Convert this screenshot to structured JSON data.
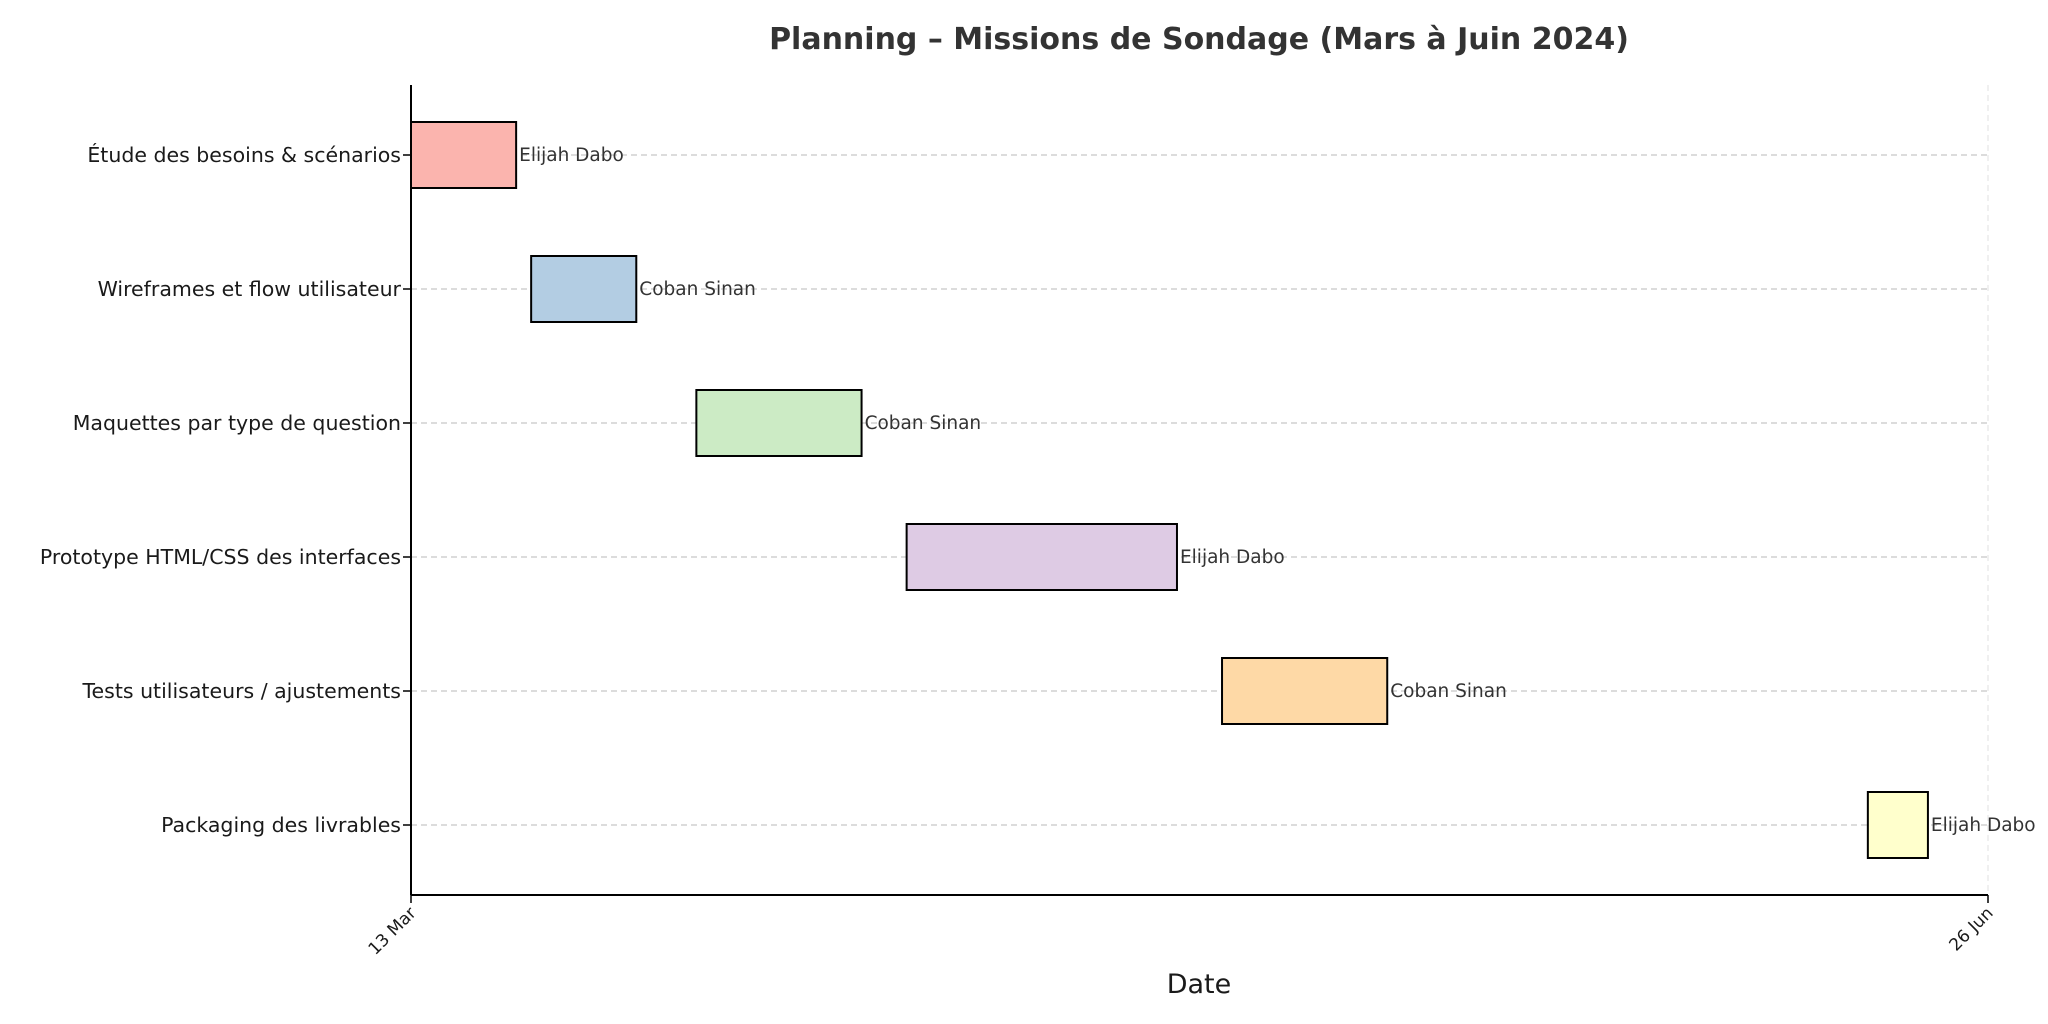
{
  "chart_data": {
    "type": "gantt",
    "title": "Planning – Missions de Sondage (Mars à Juin 2024)",
    "xlabel": "Date",
    "ylabel": "",
    "x_range": [
      "2024-03-13",
      "2024-06-26"
    ],
    "x_ticks": [
      {
        "date": "2024-03-13",
        "label": "13 Mar"
      },
      {
        "date": "2024-06-26",
        "label": "26 Jun"
      }
    ],
    "grid": "horizontal dashed",
    "tasks": [
      {
        "task": "Étude des besoins & scénarios",
        "start": "2024-03-13",
        "end": "2024-03-20",
        "owner": "Elijah Dabo",
        "color": "#fbb4ae"
      },
      {
        "task": "Wireframes et flow utilisateur",
        "start": "2024-03-21",
        "end": "2024-03-28",
        "owner": "Coban Sinan",
        "color": "#b3cde3"
      },
      {
        "task": "Maquettes par type de question",
        "start": "2024-04-01",
        "end": "2024-04-12",
        "owner": "Coban Sinan",
        "color": "#ccebc5"
      },
      {
        "task": "Prototype HTML/CSS des interfaces",
        "start": "2024-04-15",
        "end": "2024-05-03",
        "owner": "Elijah Dabo",
        "color": "#decbe4"
      },
      {
        "task": "Tests utilisateurs / ajustements",
        "start": "2024-05-06",
        "end": "2024-05-17",
        "owner": "Coban Sinan",
        "color": "#fed9a6"
      },
      {
        "task": "Packaging des livrables",
        "start": "2024-06-18",
        "end": "2024-06-22",
        "owner": "Elijah Dabo",
        "color": "#ffffcc"
      }
    ]
  }
}
